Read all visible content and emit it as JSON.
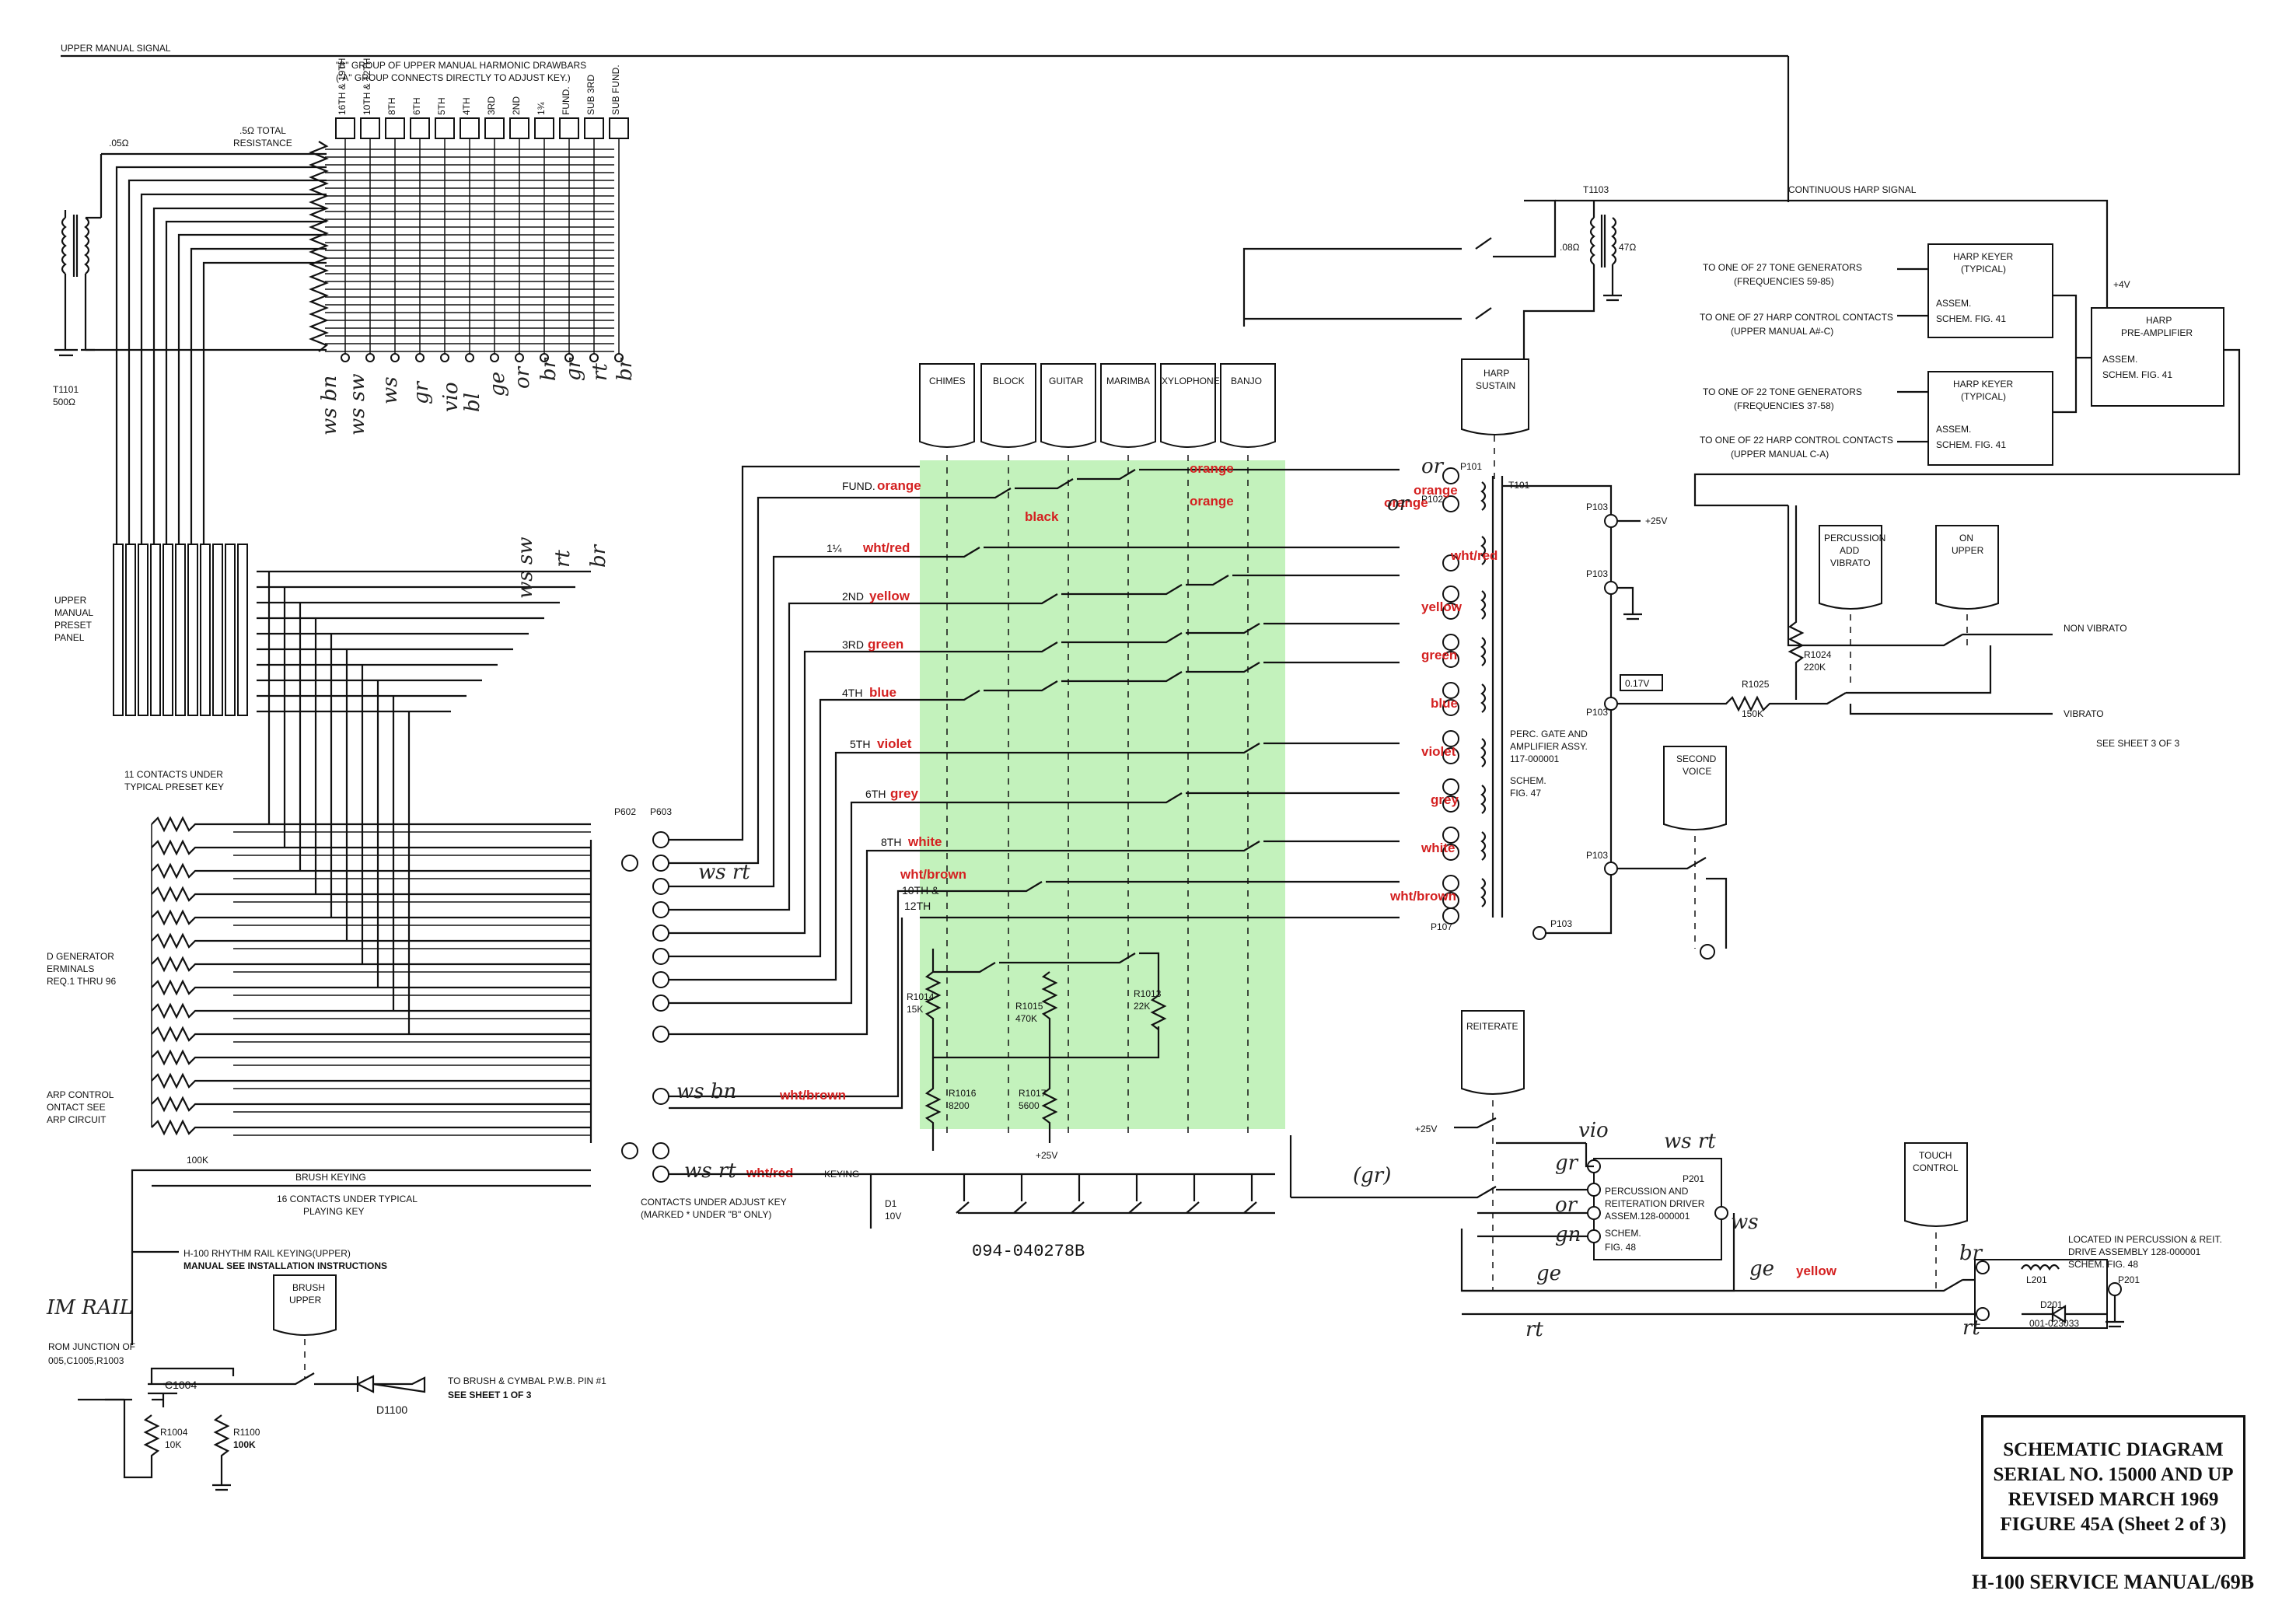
{
  "colors": {
    "wire_label": "#d42020",
    "highlight": "#b8f0b0",
    "ink": "#111111"
  },
  "top_labels": {
    "upper_manual_signal": "UPPER MANUAL SIGNAL",
    "drawbar_group_1": "\"B\" GROUP OF UPPER MANUAL HARMONIC DRAWBARS",
    "drawbar_group_2": "(\"A\" GROUP CONNECTS DIRECTLY TO ADJUST KEY.)",
    "total_resistance_1": ".5Ω TOTAL",
    "total_resistance_2": "RESISTANCE",
    "res_05": ".05Ω",
    "transformer_1": "T1101",
    "transformer_2": "500Ω",
    "continuous_harp_signal": "CONTINUOUS HARP SIGNAL",
    "t1103": "T1103",
    "r_08": ".08Ω",
    "r_47": "47Ω",
    "harp_sustain_1": "HARP",
    "harp_sustain_2": "SUSTAIN"
  },
  "drawbar_labels": [
    "16TH & 19TH",
    "10TH & 12TH",
    "8TH",
    "6TH",
    "5TH",
    "4TH",
    "3RD",
    "2ND",
    "1¾",
    "FUND.",
    "SUB 3RD",
    "SUB FUND."
  ],
  "voice_tabs": [
    "CHIMES",
    "BLOCK",
    "GUITAR",
    "MARIMBA",
    "XYLOPHONE",
    "BANJO"
  ],
  "footage_rows": [
    {
      "label": "FUND.",
      "color": "orange"
    },
    {
      "label": "1¼",
      "color": "wht/red"
    },
    {
      "label": "2ND",
      "color": "yellow"
    },
    {
      "label": "3RD",
      "color": "green"
    },
    {
      "label": "4TH",
      "color": "blue"
    },
    {
      "label": "5TH",
      "color": "violet"
    },
    {
      "label": "6TH",
      "color": "grey"
    },
    {
      "label": "8TH",
      "color": "white"
    },
    {
      "label": "10TH &",
      "color": "wht/brown"
    }
  ],
  "row_extra": "12TH",
  "right_colors": [
    "orange",
    "orange",
    "wht/red",
    "yellow",
    "green",
    "blue",
    "violet",
    "grey",
    "white",
    "wht/brown"
  ],
  "top_colors": [
    "orange",
    "orange"
  ],
  "black_label": "black",
  "connectors": {
    "p101": "P101",
    "p102": "P102",
    "p103": "P103",
    "p107": "P107",
    "t101": "T101",
    "p602": "P602",
    "p603": "P603",
    "p201": "P201",
    "plus25": "+25V",
    "v017": "0.17V"
  },
  "perc_gate": [
    "PERC. GATE AND",
    "AMPLIFIER ASSY.",
    "117-000001",
    "SCHEM.",
    "FIG. 47"
  ],
  "harp_keyers": [
    {
      "title_1": "HARP KEYER",
      "title_2": "(TYPICAL)",
      "line_1": "ASSEM.",
      "line_2": "SCHEM. FIG. 41",
      "in_1": "TO ONE OF 27 TONE GENERATORS",
      "in_1b": "(FREQUENCIES 59-85)",
      "in_2": "TO ONE OF 27 HARP CONTROL CONTACTS",
      "in_2b": "(UPPER MANUAL A#-C)"
    },
    {
      "title_1": "HARP KEYER",
      "title_2": "(TYPICAL)",
      "line_1": "ASSEM.",
      "line_2": "SCHEM. FIG. 41",
      "in_1": "TO ONE OF 22 TONE GENERATORS",
      "in_1b": "(FREQUENCIES 37-58)",
      "in_2": "TO ONE OF 22 HARP CONTROL CONTACTS",
      "in_2b": "(UPPER MANUAL C-A)"
    }
  ],
  "harp_preamp": {
    "title_1": "HARP",
    "title_2": "PRE-AMPLIFIER",
    "line_1": "ASSEM.",
    "line_2": "SCHEM. FIG. 41",
    "v4": "+4V"
  },
  "tabs_right": {
    "perc_vibrato_1": "PERCUSSION",
    "perc_vibrato_2": "ADD",
    "perc_vibrato_3": "VIBRATO",
    "on_upper_1": "ON",
    "on_upper_2": "UPPER",
    "second_voice_1": "SECOND",
    "second_voice_2": "VOICE",
    "reiterate": "REITERATE",
    "touch_control_1": "TOUCH",
    "touch_control_2": "CONTROL",
    "brush_upper_1": "BRUSH",
    "brush_upper_2": "UPPER"
  },
  "vibrato": {
    "non_vibrato": "NON VIBRATO",
    "vibrato": "VIBRATO",
    "see_sheet": "SEE SHEET 3 OF 3",
    "r1024": "R1024",
    "r1024v": "220K",
    "r1025": "R1025",
    "r1025v": "150K"
  },
  "left_labels": {
    "preset_1": "UPPER",
    "preset_2": "MANUAL",
    "preset_3": "PRESET",
    "preset_4": "PANEL",
    "contacts_1": "11 CONTACTS UNDER",
    "contacts_2": "TYPICAL PRESET KEY",
    "gen_1": "D GENERATOR",
    "gen_2": "ERMINALS",
    "gen_3": "REQ.1 THRU 96",
    "arp_1": "ARP CONTROL",
    "arp_2": "ONTACT SEE",
    "arp_3": "ARP CIRCUIT",
    "r100k": "100K",
    "brush_keying": "BRUSH KEYING",
    "contacts16_1": "16 CONTACTS UNDER TYPICAL",
    "contacts16_2": "PLAYING KEY",
    "adjust_1": "CONTACTS UNDER ADJUST KEY",
    "adjust_2": "(MARKED * UNDER \"B\" ONLY)",
    "rhythm_1": "H-100 RHYTHM RAIL KEYING(UPPER)",
    "rhythm_2": "MANUAL SEE INSTALLATION INSTRUCTIONS",
    "from_1": "ROM JUNCTION OF",
    "from_2": "005,C1005,R1003",
    "c1004": "C1004",
    "r1004": "R1004",
    "r1004v": "10K",
    "r1100": "R1100",
    "r1100v": "100K",
    "d1100": "D1100",
    "to_brush_1": "TO BRUSH & CYMBAL P.W.B. PIN #1",
    "to_brush_2": "SEE SHEET 1 OF 3"
  },
  "center_labels": {
    "keying": "KEYING",
    "d1": "D1",
    "d1v": "10V",
    "part_no": "094-040278B",
    "r1014": "R1014",
    "r1014v": "15K",
    "r1015": "R1015",
    "r1015v": "470K",
    "r1013": "R1013",
    "r1013v": "22K",
    "r1016": "R1016",
    "r1016v": "8200",
    "r1017": "R1017",
    "r1017v": "5600",
    "plus25": "+25V",
    "wht_brown_2": "wht/brown",
    "wht_red_2": "wht/red"
  },
  "reiteration": {
    "p201": "P201",
    "line_1": "PERCUSSION AND",
    "line_2": "REITERATION DRIVER",
    "line_3": "ASSEM.128-000001",
    "line_4": "SCHEM.",
    "line_5": "FIG. 48",
    "located_1": "LOCATED IN PERCUSSION & REIT.",
    "located_2": "DRIVE ASSEMBLY 128-000001",
    "located_3": "SCHEM. FIG. 48",
    "l201": "L201",
    "d201": "D201",
    "d201v": "001-023033",
    "yellow": "yellow"
  },
  "handwritten": [
    "ws bn",
    "ws sw",
    "ws",
    "gr",
    "vio",
    "bl",
    "ge",
    "or",
    "br",
    "gr",
    "rt",
    "br",
    "ws sw",
    "rt",
    "br",
    "ws rt",
    "ws bn",
    "ws rt",
    "vio",
    "ws rt",
    "gr",
    "or",
    "gn",
    "ge",
    "ge",
    "br",
    "rt",
    "rt",
    "ws",
    "or",
    "or",
    "(gr)",
    "IM RAIL"
  ],
  "title_block": [
    "SCHEMATIC DIAGRAM",
    "SERIAL NO. 15000 AND UP",
    "REVISED MARCH 1969",
    "FIGURE 45A (Sheet 2 of 3)"
  ],
  "manual_footer": "H-100 SERVICE MANUAL/69B"
}
